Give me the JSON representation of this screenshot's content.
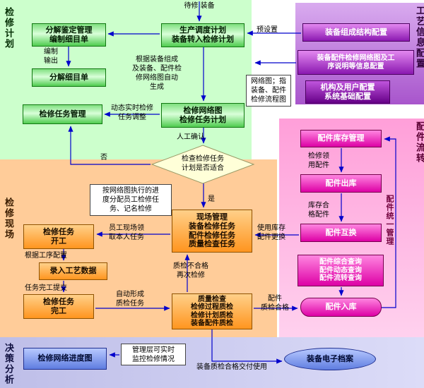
{
  "colors": {
    "plan_region": "#ccffcc",
    "site_region": "#ffcc99",
    "parts_region": "#ffa8dc",
    "config_region": "#bb66dd",
    "decision_region": "#ccccee",
    "connector": "#0000cc"
  },
  "plan": {
    "region_label": "检修计划",
    "incoming_label": "待修 装备",
    "prod_plan_box": "生产调度计划\n装备转入检修计划",
    "preset_label": "预设置",
    "decompose_box": "分解鉴定管理\n编制细目单",
    "compile_label": "编制\n输出",
    "detail_box": "分解细目单",
    "task_mgmt_box": "检修任务管理",
    "dynamic_label": "动态实时检修\n任务调整",
    "autogen_label": "根据装备组成\n及装备、配件检\n修网络图自动\n生成",
    "network_note": "网络图；指\n装备、配件\n检修流程图",
    "network_box": "检修网络图\n检修任务计划",
    "confirm_label": "人工确认",
    "decision_diamond": "检查检修任务\n计划是否适合",
    "no_label": "否",
    "yes_label": "是"
  },
  "config": {
    "region_label": "工艺信息配置",
    "structure_box": "装备组成结构配置",
    "network_box": "装备配件检修网络图及工\n序说明等信息配置",
    "system_box": "机构及用户配置\n系统基础配置"
  },
  "parts": {
    "region_label": "配件流转",
    "inventory_box": "配件库存管理",
    "claim_label": "检修领\n用配件",
    "outbound_box": "配件出库",
    "qualified_label": "库存合\n格配件",
    "swap_box": "配件互换",
    "query_box": "配件综合查询\n配件动态查询\n配件流转查询",
    "inbound_box": "配件入库",
    "unified_label": "配件统一管理"
  },
  "worksite": {
    "region_label": "检修现场",
    "assign_note": "按网络图执行的进\n度分配员工检修任\n务、记名检修",
    "mgmt_box": "现场管理\n装备检修任务\n配件检修任务\n质量检查任务",
    "claim_task_label": "员工现场领\n取本人任务",
    "start_box": "检修任务\n开工",
    "process_label": "根据工序配置",
    "record_box": "录入工艺数据",
    "submit_label": "任务完工提交",
    "finish_box": "检修任务\n完工",
    "autoqc_label": "自动形成\n质检任务",
    "replace_label": "使用库存\n配件更换",
    "fail_label": "质检不合格\n再次检修",
    "quality_box": "质量检查\n检修过程质检\n检修计划质检\n装备配件质检",
    "pass_label": "配件\n质检合格"
  },
  "decision": {
    "region_label": "决策分析",
    "progress_box": "检修网络进度图",
    "monitor_note": "管理层可实时\n监控检修情况",
    "deliver_label": "装备质检合格交付使用",
    "archive_box": "装备电子档案"
  }
}
